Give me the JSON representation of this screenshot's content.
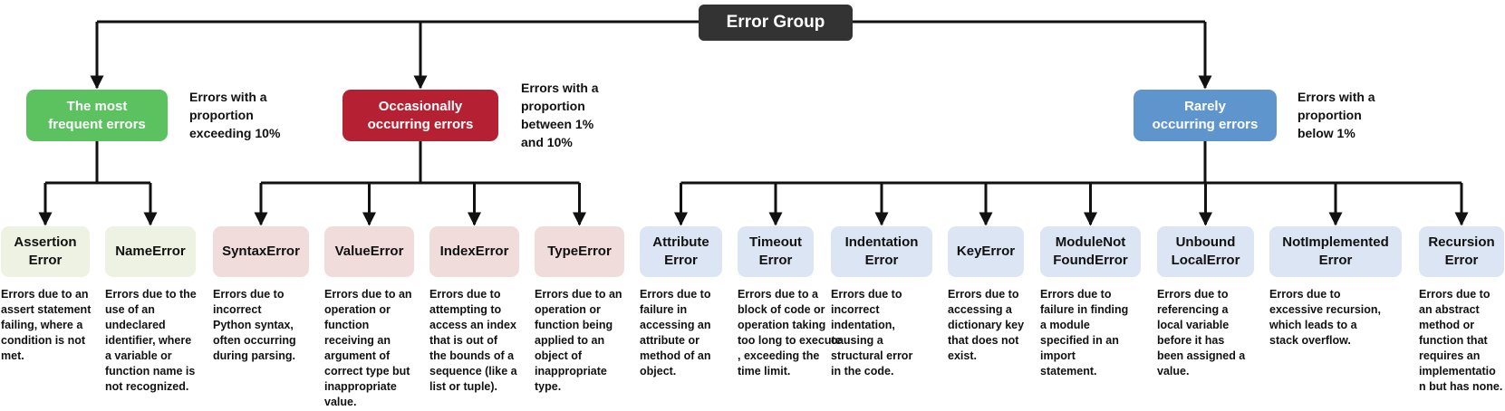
{
  "root": {
    "label": "Error Group"
  },
  "colors": {
    "frequent": "#5bc25f",
    "occasional": "#b52133",
    "rare": "#5e95cd",
    "frequent_leaf": "#edf2e2",
    "occasional_leaf": "#f1dcdc",
    "rare_leaf": "#dbe5f4",
    "line": "#111111",
    "root": "#333333"
  },
  "categories": [
    {
      "id": "frequent",
      "label": "The most\nfrequent errors",
      "note": "Errors with a\nproportion\nexceeding 10%"
    },
    {
      "id": "occasional",
      "label": "Occasionally\noccurring errors",
      "note": "Errors with a\nproportion\nbetween 1%\nand 10%"
    },
    {
      "id": "rare",
      "label": "Rarely\noccurring errors",
      "note": "Errors with a\nproportion\nbelow 1%"
    }
  ],
  "errors": [
    {
      "name": "Assertion\nError",
      "category": "frequent",
      "desc": "Errors due to an\nassert statement\nfailing, where a\ncondition is not\nmet."
    },
    {
      "name": "NameError",
      "category": "frequent",
      "desc": "Errors due to the\nuse of an\nundeclared\nidentifier, where\na variable or\nfunction name is\nnot recognized."
    },
    {
      "name": "SyntaxError",
      "category": "occasional",
      "desc": "Errors due to\nincorrect\nPython syntax,\noften occurring\nduring parsing."
    },
    {
      "name": "ValueError",
      "category": "occasional",
      "desc": "Errors due to an\noperation or\nfunction\nreceiving an\nargument of\ncorrect type but\ninappropriate\nvalue."
    },
    {
      "name": "IndexError",
      "category": "occasional",
      "desc": "Errors due to\nattempting to\naccess an index\nthat is out of\nthe bounds of a\nsequence (like a\nlist or tuple)."
    },
    {
      "name": "TypeError",
      "category": "occasional",
      "desc": "Errors due to an\noperation or\nfunction being\napplied to an\nobject of\ninappropriate\ntype."
    },
    {
      "name": "Attribute\nError",
      "category": "rare",
      "desc": "Errors due to\nfailure in\naccessing an\nattribute or\nmethod of an\nobject."
    },
    {
      "name": "Timeout\nError",
      "category": "rare",
      "desc": "Errors due to a\nblock of code or\noperation taking\ntoo long to execute\n, exceeding the\ntime limit."
    },
    {
      "name": "Indentation\nError",
      "category": "rare",
      "desc": "Errors due to\nincorrect\nindentation,\ncausing a\nstructural error\nin the code."
    },
    {
      "name": "KeyError",
      "category": "rare",
      "desc": "Errors due to\naccessing a\ndictionary key\nthat does not\nexist."
    },
    {
      "name": "ModuleNot\nFoundError",
      "category": "rare",
      "desc": "Errors due to\nfailure in finding\na module\nspecified in an\nimport\nstatement."
    },
    {
      "name": "Unbound\nLocalError",
      "category": "rare",
      "desc": "Errors due to\nreferencing a\nlocal variable\nbefore it has\nbeen assigned a\nvalue."
    },
    {
      "name": "NotImplemented\nError",
      "category": "rare",
      "desc": "Errors due to\nexcessive recursion,\nwhich leads to a\nstack overflow."
    },
    {
      "name": "Recursion\nError",
      "category": "rare",
      "desc": "Errors due to\nan abstract\nmethod or\nfunction that\nrequires an\nimplementatio\nn but has none."
    }
  ]
}
